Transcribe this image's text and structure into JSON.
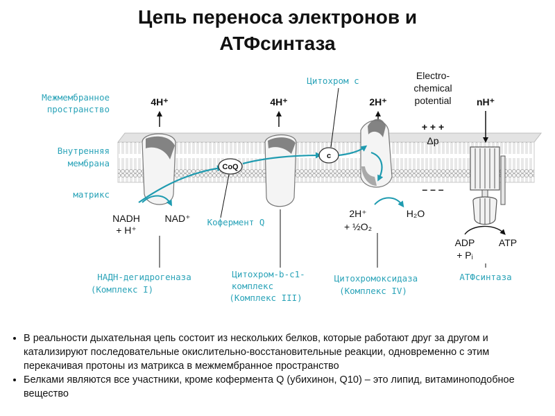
{
  "title": [
    "Цепь переноса электронов и",
    "АТФсинтаза"
  ],
  "regions": {
    "intermembrane": [
      "Межмембранное",
      "пространство"
    ],
    "inner_membrane": [
      "Внутренняя",
      "мембрана"
    ],
    "matrix": "матрикс"
  },
  "protons": {
    "c1": "4H⁺",
    "c3": "4H⁺",
    "c4": "2H⁺",
    "atp": "nH⁺"
  },
  "electrochem": [
    "Electro-",
    "chemical",
    "potential"
  ],
  "delta_p": "Δp",
  "plus_signs": "+ + +",
  "minus_signs": "– – –",
  "carriers": {
    "coq": "CoQ",
    "cyt_c_short": "c",
    "cyt_c_label": "Цитохром с",
    "coenzyme_q_label": "Кофермент Q"
  },
  "reactions": {
    "nadh": [
      "NADH",
      "+ H⁺"
    ],
    "nad": "NAD⁺",
    "o2": [
      "2H⁺",
      "+ ½O₂"
    ],
    "h2o": "H₂O",
    "adp": [
      "ADP",
      "+ Pᵢ"
    ],
    "atp": "ATP"
  },
  "complexes": {
    "c1": [
      "НАДН-дегидрогеназа",
      "(Комплекс I)"
    ],
    "c3": [
      "Цитохром-b-c1-",
      "комплекс",
      "(Комплекс III)"
    ],
    "c4": [
      "Цитохромоксидаза",
      "(Комплекс IV)"
    ],
    "atp_synthase": "АТФсинтаза"
  },
  "bullets": [
    "В реальности дыхательная цепь состоит из нескольких белков, которые работают друг за другом и катализируют последовательные окислительно-восстановительные реакции, одновременно с этим перекачивая протоны из матрикса в межмембранное пространство",
    "Белками являются все участники, кроме кофермента Q (убихинон, Q10) – это липид, витаминоподобное вещество"
  ],
  "colors": {
    "membrane": "#d9d9d9",
    "protein": "#8a8a8a",
    "arrow": "#2aa3b8",
    "label": "#2aa3b8"
  }
}
